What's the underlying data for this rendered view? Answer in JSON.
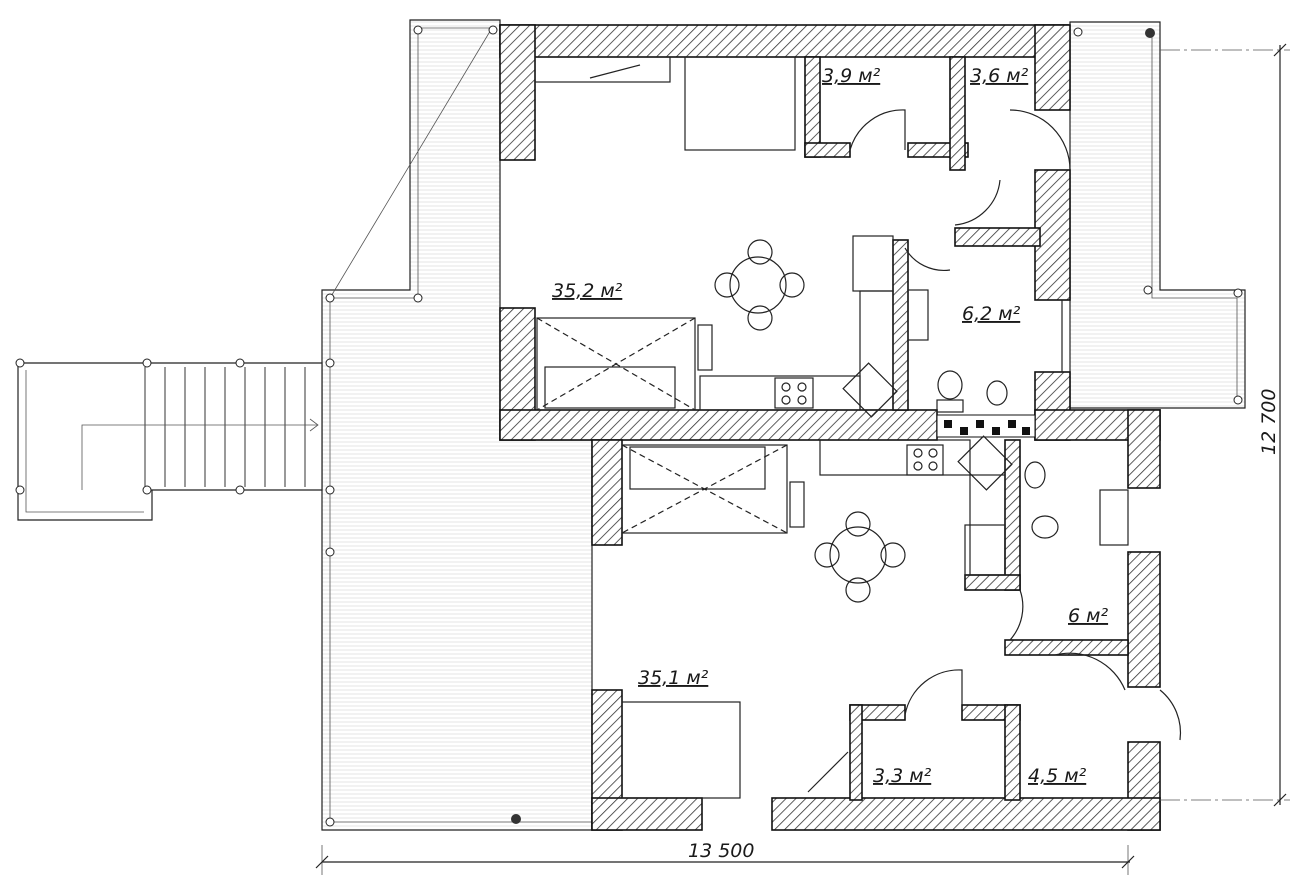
{
  "plan": {
    "rooms": [
      {
        "id": "upper-living",
        "area": "35,2 м²"
      },
      {
        "id": "upper-closet",
        "area": "3,9 м²"
      },
      {
        "id": "upper-hall",
        "area": "3,6 м²"
      },
      {
        "id": "upper-bath",
        "area": "6,2 м²"
      },
      {
        "id": "lower-bath",
        "area": "6 м²"
      },
      {
        "id": "lower-living",
        "area": "35,1 м²"
      },
      {
        "id": "lower-closet",
        "area": "3,3 м²"
      },
      {
        "id": "lower-hall",
        "area": "4,5 м²"
      }
    ],
    "dimensions": {
      "width": "13 500",
      "height": "12 700"
    },
    "colors": {
      "line": "#222222",
      "background": "#ffffff"
    }
  }
}
